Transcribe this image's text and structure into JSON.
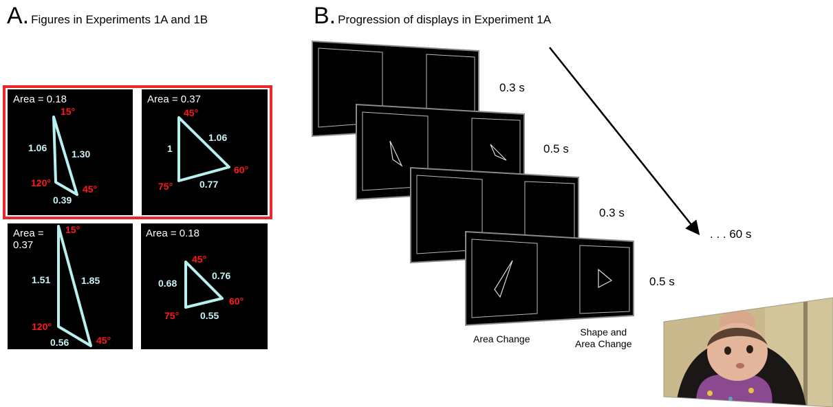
{
  "panel_a": {
    "letter": "A.",
    "title": "Figures in Experiments 1A and 1B",
    "figures": [
      {
        "area": "Area = 0.18",
        "sides": [
          "1.06",
          "1.30",
          "0.39"
        ],
        "angles": [
          "15°",
          "120°",
          "45°"
        ]
      },
      {
        "area": "Area = 0.37",
        "sides": [
          "1",
          "1.06",
          "0.77"
        ],
        "angles": [
          "45°",
          "75°",
          "60°"
        ]
      },
      {
        "area": "Area = 0.37",
        "sides": [
          "1.51",
          "1.85",
          "0.56"
        ],
        "angles": [
          "15°",
          "120°",
          "45°"
        ]
      },
      {
        "area": "Area = 0.18",
        "sides": [
          "0.68",
          "0.76",
          "0.55"
        ],
        "angles": [
          "45°",
          "75°",
          "60°"
        ]
      }
    ],
    "colors": {
      "side_label": "#c8f2f4",
      "angle_label": "#ff1a1a",
      "highlight_frame": "#e8262b",
      "triangle": "#b8f0f2"
    }
  },
  "panel_b": {
    "letter": "B.",
    "title": "Progression of displays in Experiment 1A",
    "durations": [
      "0.3 s",
      "0.5 s",
      "0.3 s",
      "0.5 s"
    ],
    "total": ". . . 60 s",
    "captions": {
      "left": "Area Change",
      "right": "Shape and\nArea Change"
    }
  },
  "photo": {
    "description": "infant-on-parent-lap-photo"
  }
}
